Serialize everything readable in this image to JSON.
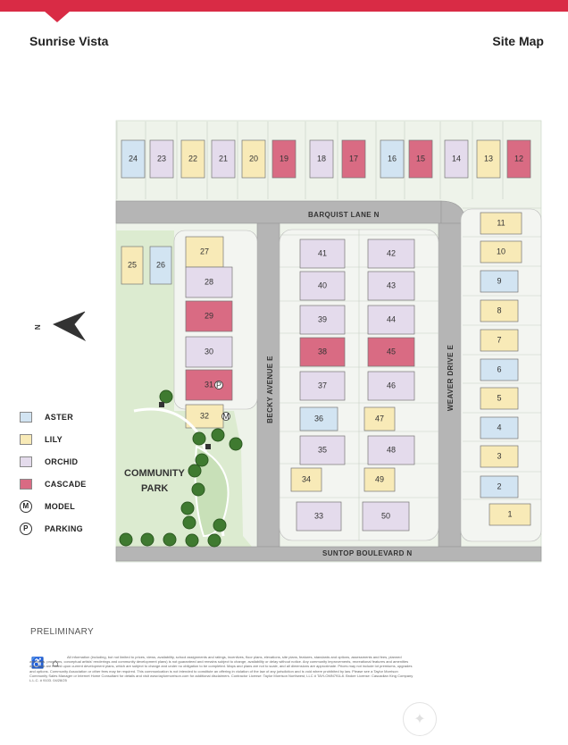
{
  "header": {
    "community": "Sunrise Vista",
    "title": "Site Map"
  },
  "colors": {
    "brand_red": "#d92b45",
    "aster": "#d2e4f2",
    "lily": "#f8eab7",
    "orchid": "#e4dbec",
    "cascade": "#d96b83",
    "green": "#dcebd0",
    "road": "#b5b5b5",
    "tree": "#3f7a30"
  },
  "compass": {
    "label": "N"
  },
  "roads": {
    "barquist": "BARQUIST LANE N",
    "becky": "BECKY AVENUE E",
    "weaver": "WEAVER DRIVE E",
    "suntop": "SUNTOP BOULEVARD N"
  },
  "park": {
    "line1": "COMMUNITY",
    "line2": "PARK"
  },
  "legend": {
    "aster": "ASTER",
    "lily": "LILY",
    "orchid": "ORCHID",
    "cascade": "CASCADE",
    "model": "MODEL",
    "parking": "PARKING",
    "model_symbol": "M",
    "parking_symbol": "P"
  },
  "lots": [
    {
      "n": "24",
      "plan": "aster"
    },
    {
      "n": "23",
      "plan": "orchid"
    },
    {
      "n": "22",
      "plan": "lily"
    },
    {
      "n": "21",
      "plan": "orchid"
    },
    {
      "n": "20",
      "plan": "lily"
    },
    {
      "n": "19",
      "plan": "cascade"
    },
    {
      "n": "18",
      "plan": "orchid"
    },
    {
      "n": "17",
      "plan": "cascade"
    },
    {
      "n": "16",
      "plan": "aster"
    },
    {
      "n": "15",
      "plan": "cascade"
    },
    {
      "n": "14",
      "plan": "orchid"
    },
    {
      "n": "13",
      "plan": "lily"
    },
    {
      "n": "12",
      "plan": "cascade"
    },
    {
      "n": "25",
      "plan": "lily"
    },
    {
      "n": "26",
      "plan": "aster"
    },
    {
      "n": "27",
      "plan": "lily"
    },
    {
      "n": "28",
      "plan": "orchid"
    },
    {
      "n": "29",
      "plan": "cascade"
    },
    {
      "n": "30",
      "plan": "orchid"
    },
    {
      "n": "31",
      "plan": "cascade"
    },
    {
      "n": "32",
      "plan": "lily"
    },
    {
      "n": "41",
      "plan": "orchid"
    },
    {
      "n": "40",
      "plan": "orchid"
    },
    {
      "n": "39",
      "plan": "orchid"
    },
    {
      "n": "38",
      "plan": "cascade"
    },
    {
      "n": "37",
      "plan": "orchid"
    },
    {
      "n": "36",
      "plan": "aster"
    },
    {
      "n": "35",
      "plan": "orchid"
    },
    {
      "n": "34",
      "plan": "lily"
    },
    {
      "n": "33",
      "plan": "orchid"
    },
    {
      "n": "42",
      "plan": "orchid"
    },
    {
      "n": "43",
      "plan": "orchid"
    },
    {
      "n": "44",
      "plan": "orchid"
    },
    {
      "n": "45",
      "plan": "cascade"
    },
    {
      "n": "46",
      "plan": "orchid"
    },
    {
      "n": "47",
      "plan": "lily"
    },
    {
      "n": "48",
      "plan": "orchid"
    },
    {
      "n": "49",
      "plan": "lily"
    },
    {
      "n": "50",
      "plan": "orchid"
    },
    {
      "n": "11",
      "plan": "lily"
    },
    {
      "n": "10",
      "plan": "lily"
    },
    {
      "n": "9",
      "plan": "aster"
    },
    {
      "n": "8",
      "plan": "lily"
    },
    {
      "n": "7",
      "plan": "lily"
    },
    {
      "n": "6",
      "plan": "aster"
    },
    {
      "n": "5",
      "plan": "lily"
    },
    {
      "n": "4",
      "plan": "aster"
    },
    {
      "n": "3",
      "plan": "lily"
    },
    {
      "n": "2",
      "plan": "aster"
    },
    {
      "n": "1",
      "plan": "lily"
    }
  ],
  "footer": {
    "preliminary": "PRELIMINARY",
    "disclaimer": "All information (including, but not limited to prices, views, availability, school assignments and ratings, incentives, floor plans, elevations, site plans, features, standards and options, assessments and fees, planned amenities, programs, conceptual artists' renderings and community development plans) is not guaranteed and remains subject to change, availability or delay without notice. Any community improvements, recreational features and amenities described are based upon current development plans, which are subject to change and under no obligation to be completed. Maps and plans are not to scale, and all dimensions are approximate. Prices may not include lot premiums, upgrades and options. Community Association or other fees may be required. This communication is not intended to constitute an offering in violation of the law of any jurisdiction and is void where prohibited by law. Please see a Taylor Morrison Community Sales Manager or Internet Home Consultant for details and visit www.taylormorrison.com for additional disclaimers. Contractor License: Taylor Morrison Northwest, LLC # TAYLOMN791L8. Broker License: Cascadian King Company L.L.C. # 9103. 04/28/25"
  }
}
